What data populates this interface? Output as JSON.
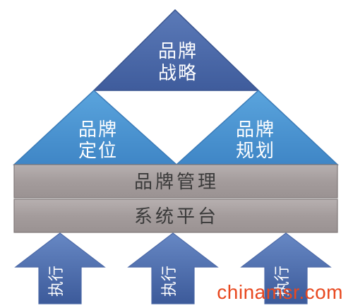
{
  "diagram": {
    "top_triangle": {
      "line1": "品牌",
      "line2": "战略"
    },
    "left_triangle": {
      "line1": "品牌",
      "line2": "定位"
    },
    "right_triangle": {
      "line1": "品牌",
      "line2": "规划"
    },
    "band_management": "品牌管理",
    "band_platform": "系统平台",
    "arrows": [
      {
        "label": "执行"
      },
      {
        "label": "执行"
      },
      {
        "label": "执行"
      }
    ]
  },
  "watermark": "chinamsr.com",
  "colors": {
    "dark_blue": "#4a67a6",
    "light_blue": "#4a93cf",
    "band_gray": "#a8a0a0",
    "text_white": "#ffffff",
    "text_dark": "#3a3a3a"
  }
}
